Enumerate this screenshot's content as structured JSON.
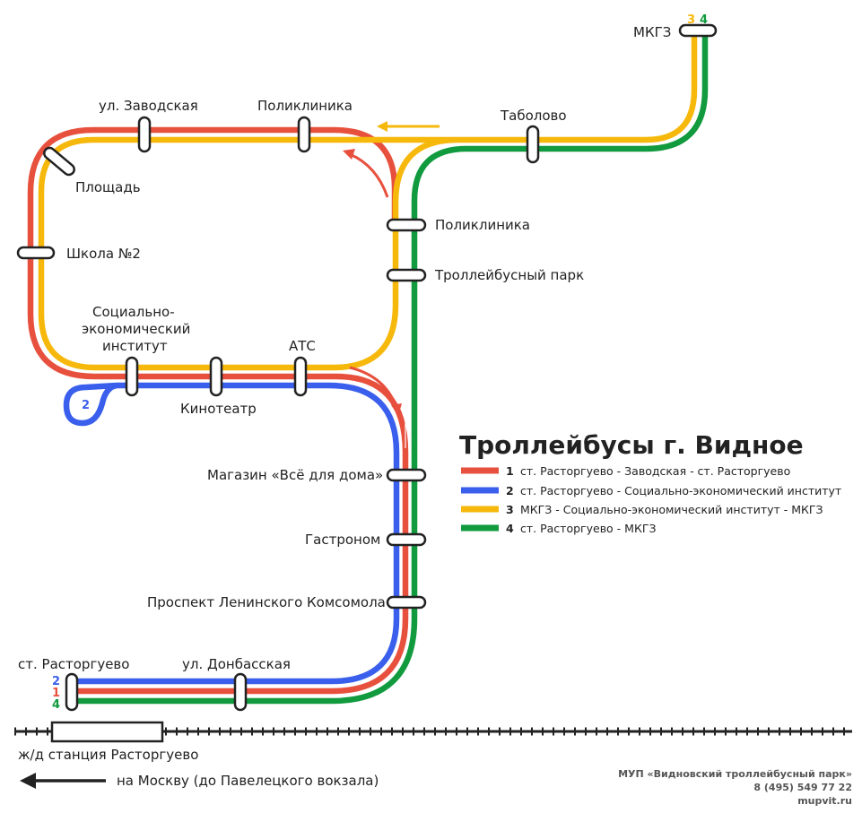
{
  "title": "Троллейбусы г. Видное",
  "colors": {
    "route1": "#e8503e",
    "route2": "#3a5fec",
    "route3": "#f6b80b",
    "route4": "#119a3e",
    "text": "#222222",
    "rail": "#222222"
  },
  "legend": [
    {
      "num": "1",
      "text": "ст. Расторгуево - Заводская - ст. Расторгуево",
      "color": "#e8503e"
    },
    {
      "num": "2",
      "text": "ст. Расторгуево - Социально-экономический институт",
      "color": "#3a5fec"
    },
    {
      "num": "3",
      "text": "МКГЗ - Социально-экономический институт - МКГЗ",
      "color": "#f6b80b"
    },
    {
      "num": "4",
      "text": "ст. Расторгуево - МКГЗ",
      "color": "#119a3e"
    }
  ],
  "stops": {
    "mkgz": "МКГЗ",
    "tabolovo": "Таболово",
    "zavodskaya": "ул. Заводская",
    "poliklinika_top": "Поликлиника",
    "ploshchad": "Площадь",
    "shkola": "Школа №2",
    "institut_1": "Социально-",
    "institut_2": "экономический",
    "institut_3": "институт",
    "kinoteatr": "Кинотеатр",
    "ats": "АТС",
    "poliklinika_right": "Поликлиника",
    "park": "Троллейбусный парк",
    "magazin": "Магазин «Всё для дома»",
    "gastronom": "Гастроном",
    "prospekt": "Проспект Ленинского Комсомола",
    "rastorguevo": "ст. Расторгуево",
    "donbasskaya": "ул. Донбасская"
  },
  "route_numbers": {
    "mkgz_3": "3",
    "mkgz_4": "4",
    "loop_2": "2",
    "rast_2": "2",
    "rast_1": "1",
    "rast_4": "4"
  },
  "railway": {
    "station": "ж/д станция Расторгуево",
    "direction": "на Москву (до Павелецкого вокзала)"
  },
  "footer": {
    "org": "МУП «Видновский троллейбусный парк»",
    "phone": "8 (495) 549 77 22",
    "site": "mupvit.ru"
  }
}
